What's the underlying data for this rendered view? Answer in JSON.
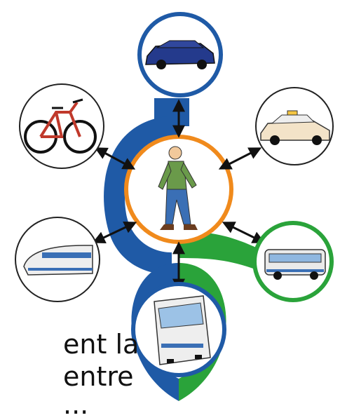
{
  "diagram": {
    "center": {
      "icon": "walking-person"
    },
    "nodes": [
      {
        "id": "car",
        "icon": "car",
        "ring_color": "#1f5aa6"
      },
      {
        "id": "taxi",
        "icon": "taxi",
        "ring_color": "#222222"
      },
      {
        "id": "bus",
        "icon": "bus",
        "ring_color": "#2aa33a"
      },
      {
        "id": "tram",
        "icon": "tram",
        "ring_color": "#1f5aa6"
      },
      {
        "id": "train",
        "icon": "high-speed-train",
        "ring_color": "#222222"
      },
      {
        "id": "bicycle",
        "icon": "bicycle",
        "ring_color": "#222222"
      }
    ],
    "colors": {
      "blue_track": "#1f5aa6",
      "green_track": "#2aa33a",
      "center_ring": "#f08a1c",
      "arrow": "#111111"
    }
  },
  "caption": {
    "line1": "ent la",
    "line2": "entre",
    "line3": "..."
  }
}
